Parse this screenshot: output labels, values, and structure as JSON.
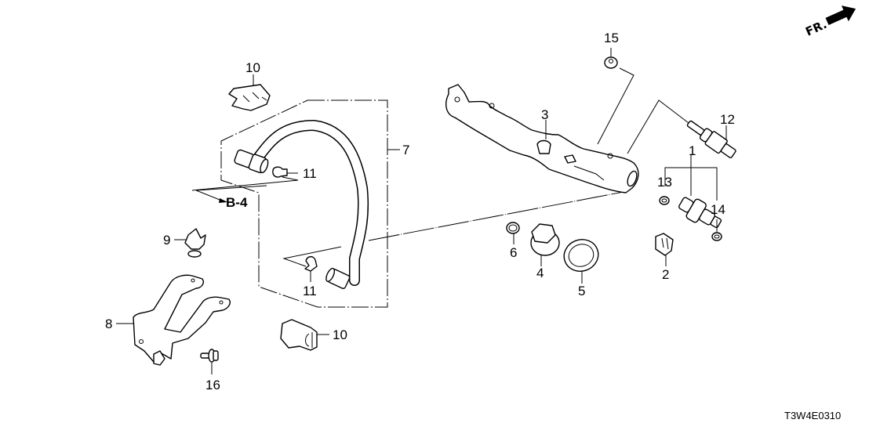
{
  "diagram": {
    "code": "T3W4E0310",
    "direction_indicator": "FR.",
    "reference": "B-4",
    "callouts": [
      {
        "id": "c1",
        "label": "1",
        "part": "fuel injector"
      },
      {
        "id": "c2",
        "label": "2",
        "part": "injector clip"
      },
      {
        "id": "c3",
        "label": "3",
        "part": "fuel rail"
      },
      {
        "id": "c4",
        "label": "4",
        "part": "cap"
      },
      {
        "id": "c5",
        "label": "5",
        "part": "ring"
      },
      {
        "id": "c6",
        "label": "6",
        "part": "o-ring"
      },
      {
        "id": "c7",
        "label": "7",
        "part": "fuel feed hose"
      },
      {
        "id": "c8",
        "label": "8",
        "part": "bracket"
      },
      {
        "id": "c9",
        "label": "9",
        "part": "clip"
      },
      {
        "id": "c10a",
        "label": "10",
        "part": "hose cover (upper)"
      },
      {
        "id": "c10b",
        "label": "10",
        "part": "hose cover (lower)"
      },
      {
        "id": "c11a",
        "label": "11",
        "part": "clamp (upper)"
      },
      {
        "id": "c11b",
        "label": "11",
        "part": "clamp (lower)"
      },
      {
        "id": "c12",
        "label": "12",
        "part": "stud bolt"
      },
      {
        "id": "c13",
        "label": "13",
        "part": "o-ring"
      },
      {
        "id": "c14",
        "label": "14",
        "part": "seal ring"
      },
      {
        "id": "c15",
        "label": "15",
        "part": "nut"
      },
      {
        "id": "c16",
        "label": "16",
        "part": "bolt"
      }
    ]
  }
}
